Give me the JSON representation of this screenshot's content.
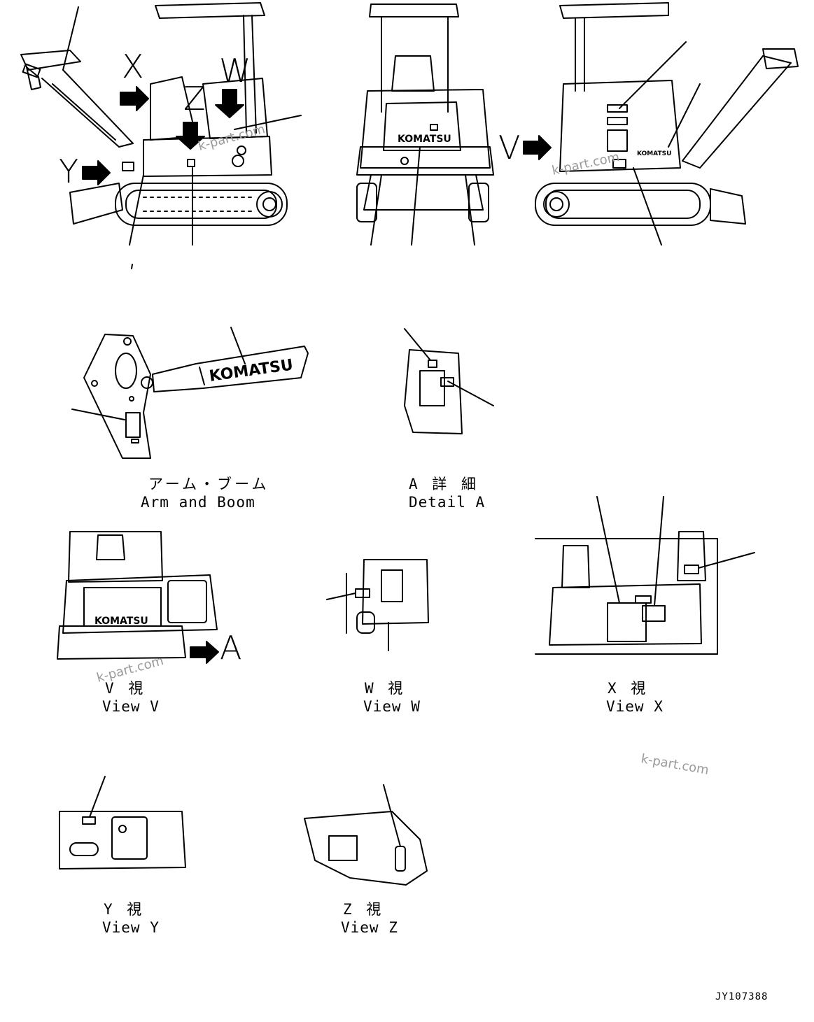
{
  "markers": {
    "x": "X",
    "w": "W",
    "z": "Z",
    "y": "Y",
    "v": "V",
    "a": "A"
  },
  "brand": "KOMATSU",
  "views": {
    "arm_boom": {
      "jp": "アーム・ブーム",
      "en": "Arm and Boom"
    },
    "detail_a": {
      "jp": "A 詳 細",
      "en": "Detail A"
    },
    "view_v": {
      "jp": "V 視",
      "en": "View V"
    },
    "view_w": {
      "jp": "W 視",
      "en": "View W"
    },
    "view_x": {
      "jp": "X 視",
      "en": "View X"
    },
    "view_y": {
      "jp": "Y 視",
      "en": "View Y"
    },
    "view_z": {
      "jp": "Z 視",
      "en": "View Z"
    }
  },
  "watermark": "k-part.com",
  "drawing_number": "JY107388"
}
